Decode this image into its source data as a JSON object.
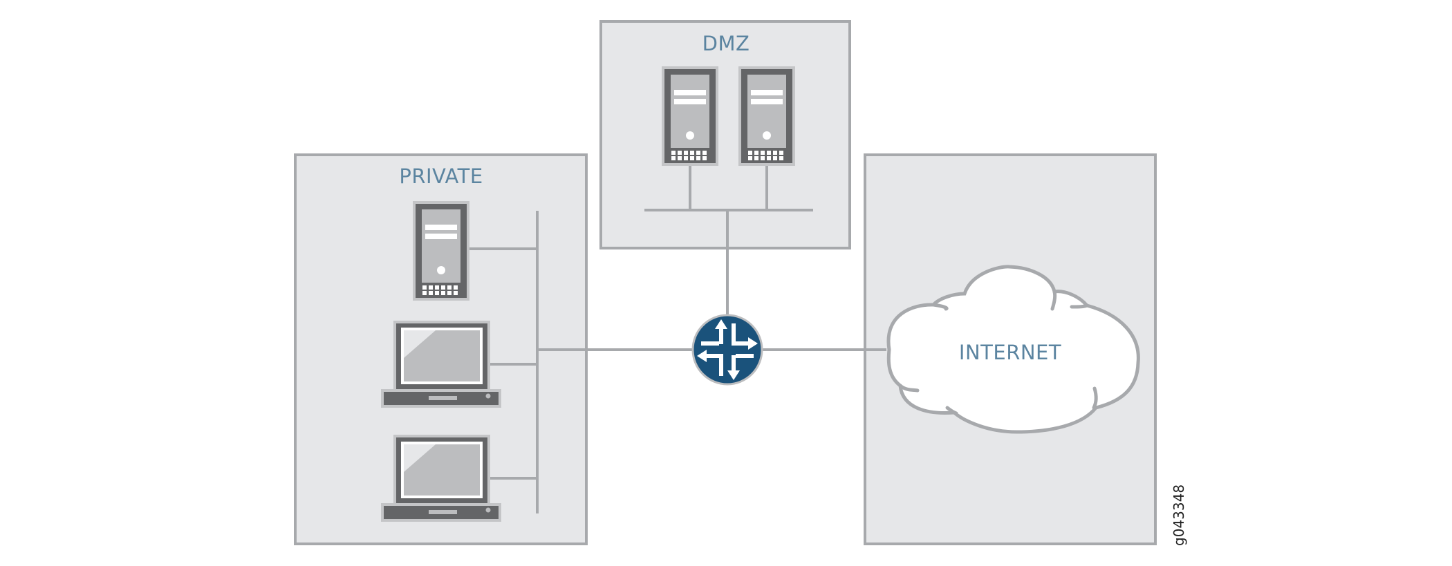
{
  "diagram": {
    "zones": {
      "private": {
        "label": "PRIVATE"
      },
      "dmz": {
        "label": "DMZ"
      },
      "internet": {
        "label": "INTERNET"
      }
    },
    "devices": {
      "private": [
        "server",
        "laptop",
        "laptop"
      ],
      "dmz": [
        "server",
        "server"
      ],
      "core": "router"
    },
    "figure_id": "g043348",
    "colors": {
      "zone_fill": "#e6e7e9",
      "zone_stroke": "#a7a9ac",
      "label_text": "#5b84a0",
      "router_fill": "#1a527b",
      "device_dark": "#646567",
      "device_light": "#bcbdbf"
    }
  }
}
